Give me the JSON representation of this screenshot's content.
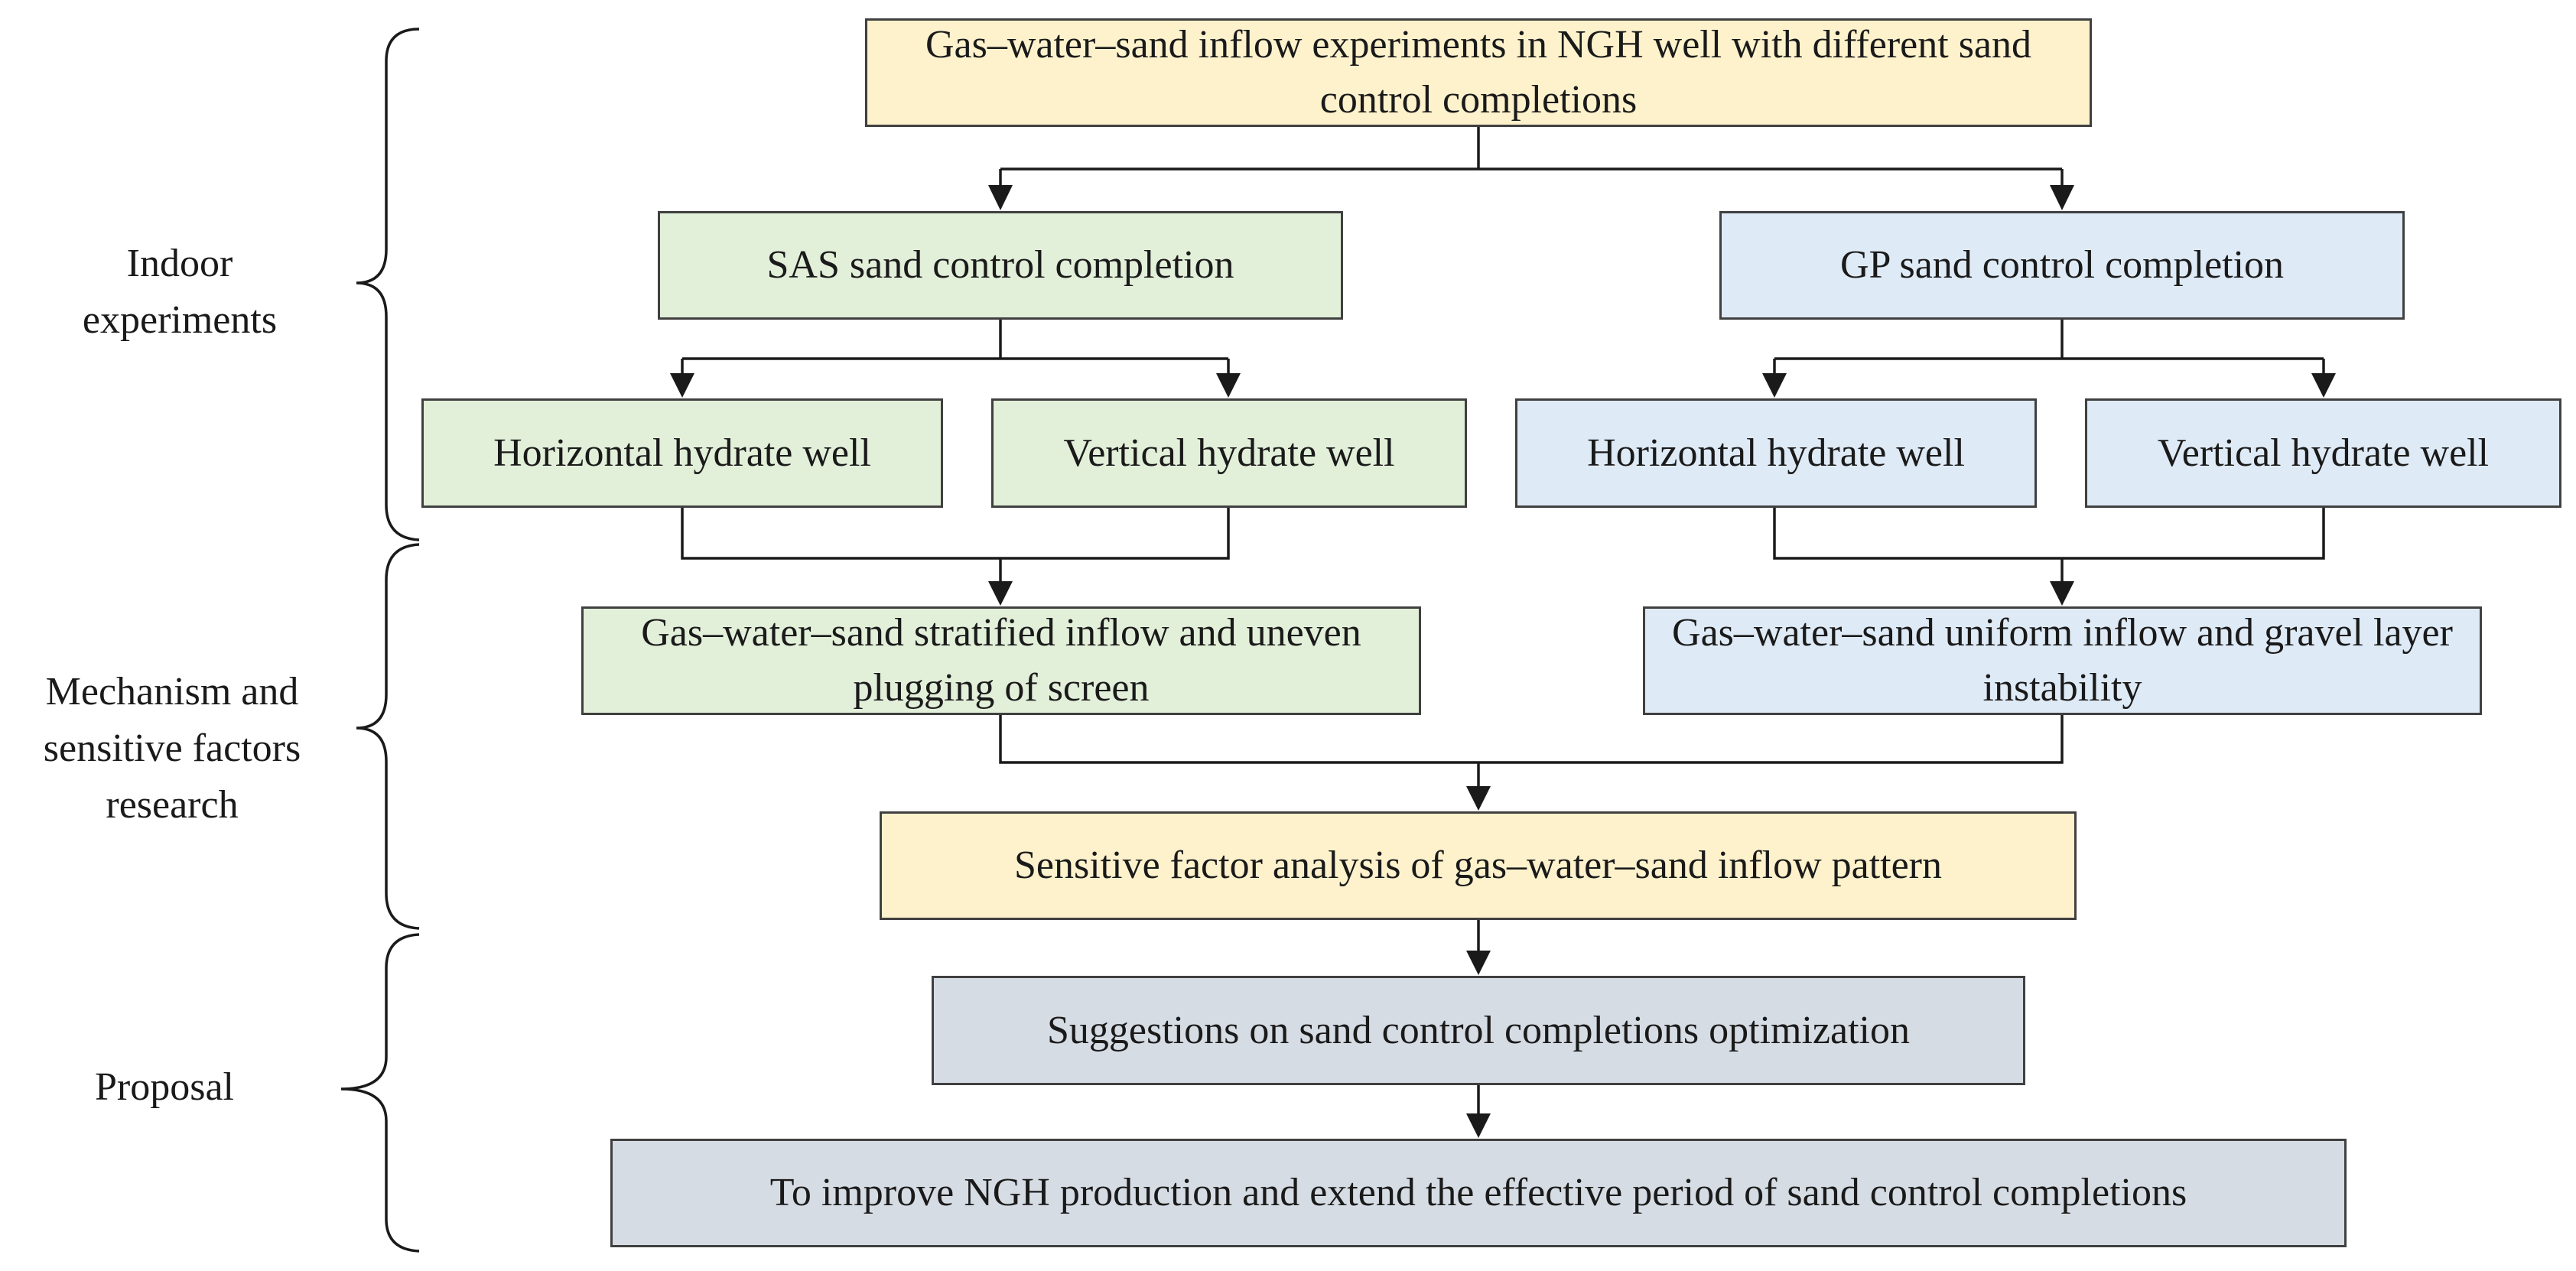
{
  "stages": {
    "indoor_experiments": "Indoor\nexperiments",
    "mechanism_research": "Mechanism and\nsensitive factors\nresearch",
    "proposal": "Proposal"
  },
  "boxes": {
    "top": "Gas–water–sand inflow experiments in NGH well with different sand control completions",
    "sas_completion": "SAS sand control completion",
    "gp_completion": "GP sand control completion",
    "sas_horizontal": "Horizontal hydrate well",
    "sas_vertical": "Vertical hydrate well",
    "gp_horizontal": "Horizontal hydrate well",
    "gp_vertical": "Vertical hydrate well",
    "sas_result": "Gas–water–sand stratified inflow and uneven plugging of screen",
    "gp_result": "Gas–water–sand uniform inflow and gravel layer instability",
    "sensitive_analysis": "Sensitive factor analysis of gas–water–sand inflow pattern",
    "suggestions": "Suggestions on sand control completions optimization",
    "goal": "To improve NGH production and extend the effective period of sand control completions"
  },
  "colors": {
    "yellow": "#fdf2cc",
    "green": "#e2efd9",
    "blue": "#deeaf6",
    "gray": "#d6dce4",
    "line": "#1a1a1a"
  }
}
